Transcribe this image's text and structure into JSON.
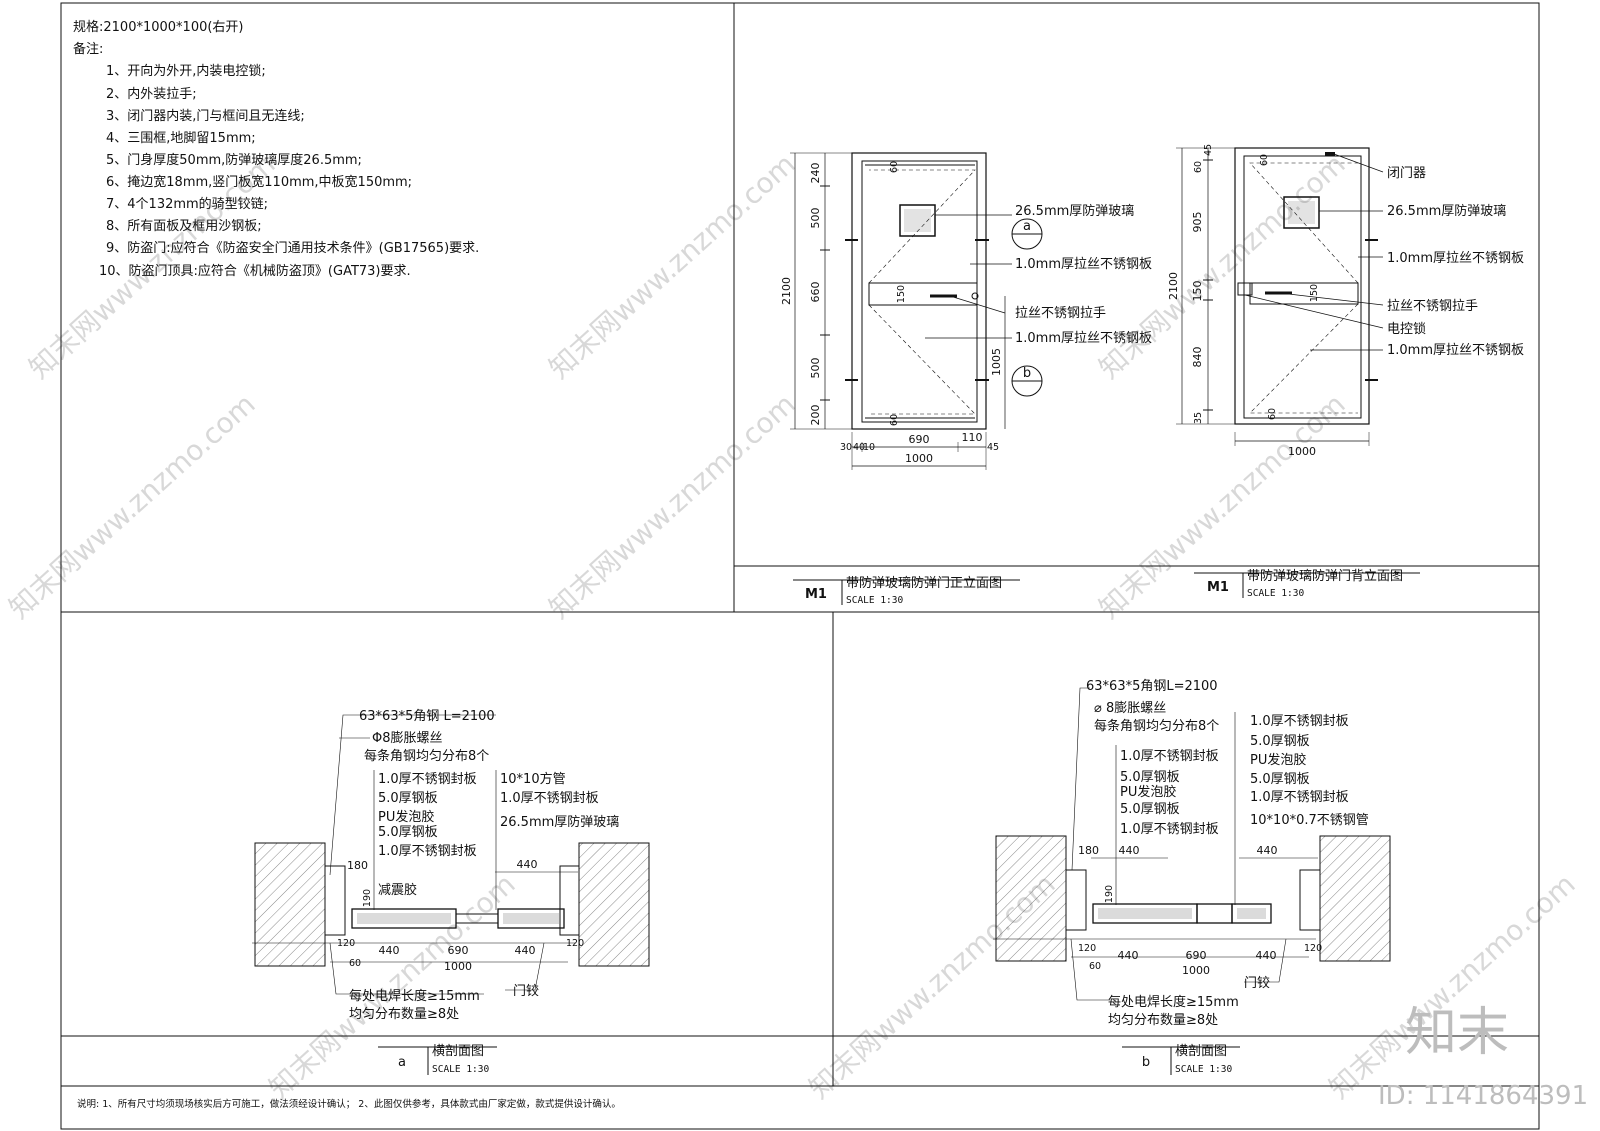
{
  "spec": {
    "title": "规格:2100*1000*100(右开)",
    "notes_label": "备注:",
    "notes": [
      "1、开向为外开,内装电控锁;",
      "2、内外装拉手;",
      "3、闭门器内装,门与框间且无连线;",
      "4、三围框,地脚留15mm;",
      "5、门身厚度50mm,防弹玻璃厚度26.5mm;",
      "6、掩边宽18mm,竖门板宽110mm,中板宽150mm;",
      "7、4个132mm的骑型铰链;",
      "8、所有面板及框用沙钢板;",
      "9、防盗门:应符合《防盗安全门通用技术条件》(GB17565)要求.",
      "10、防盗门顶具:应符合《机械防盗顶》(GAT73)要求."
    ]
  },
  "front_elevation": {
    "code": "M1",
    "title": "带防弹玻璃防弹门正立面图",
    "scale": "SCALE 1:30",
    "dims": {
      "d240": "240",
      "d500a": "500",
      "d660": "660",
      "d500b": "500",
      "d200": "200",
      "d2100": "2100",
      "d1005": "1005",
      "d60a": "60",
      "d150": "150",
      "d60b": "60",
      "d30": "30",
      "d40": "40",
      "d10": "10",
      "d690": "690",
      "d110": "110",
      "d45": "45",
      "d1000": "1000"
    },
    "callouts": {
      "c1": "26.5mm厚防弹玻璃",
      "c2": "1.0mm厚拉丝不锈钢板",
      "c3": "拉丝不锈钢拉手",
      "c4": "1.0mm厚拉丝不锈钢板"
    },
    "markers": {
      "a": "a",
      "b": "b"
    }
  },
  "back_elevation": {
    "code": "M1",
    "title": "带防弹玻璃防弹门背立面图",
    "scale": "SCALE 1:30",
    "dims": {
      "d60": "60",
      "d45": "45",
      "d905": "905",
      "d150": "150",
      "d840": "840",
      "d35": "35",
      "d2100": "2100",
      "d60a": "60",
      "d150b": "150",
      "d60b": "60",
      "d1000": "1000"
    },
    "callouts": {
      "c1": "闭门器",
      "c2": "26.5mm厚防弹玻璃",
      "c3": "1.0mm厚拉丝不锈钢板",
      "c4": "拉丝不锈钢拉手",
      "c5": "电控锁",
      "c6": "1.0mm厚拉丝不锈钢板"
    }
  },
  "section_a": {
    "code": "a",
    "title": "横剖面图",
    "scale": "SCALE 1:30",
    "labels": {
      "l1": "63*63*5角钢  L=2100",
      "l2": "Φ8膨胀螺丝",
      "l3": "每条角钢均匀分布8个",
      "l4": "1.0厚不锈钢封板",
      "l5": "5.0厚钢板",
      "l6": "PU发泡胶",
      "l7": "5.0厚钢板",
      "l8": "1.0厚不锈钢封板",
      "r1": "10*10方管",
      "r2": "1.0厚不锈钢封板",
      "r3": "26.5mm厚防弹玻璃",
      "shock": "减震胶",
      "hinge": "门铰",
      "weld1": "每处电焊长度≥15mm",
      "weld2": "均匀分布数量≥8处"
    },
    "dims": {
      "d180": "180",
      "d440t": "440",
      "d190": "190",
      "d120a": "120",
      "d440a": "440",
      "d690": "690",
      "d440b": "440",
      "d120b": "120",
      "d60": "60",
      "d1000": "1000"
    }
  },
  "section_b": {
    "code": "b",
    "title": "横剖面图",
    "scale": "SCALE 1:30",
    "labels": {
      "l1": "63*63*5角钢L=2100",
      "l2": "⌀ 8膨胀螺丝",
      "l3": "每条角钢均匀分布8个",
      "l4": "1.0厚不锈钢封板",
      "l5": "5.0厚钢板",
      "l6": "PU发泡胶",
      "l7": "5.0厚钢板",
      "l8": "1.0厚不锈钢封板",
      "r1": "1.0厚不锈钢封板",
      "r2": "5.0厚钢板",
      "r3": "PU发泡胶",
      "r4": "5.0厚钢板",
      "r5": "1.0厚不锈钢封板",
      "r6": "10*10*0.7不锈钢管",
      "hinge": "门铰",
      "weld1": "每处电焊长度≥15mm",
      "weld2": "均匀分布数量≥8处"
    },
    "dims": {
      "d180": "180",
      "d440t": "440",
      "d440r": "440",
      "d190": "190",
      "d120a": "120",
      "d440a": "440",
      "d690": "690",
      "d440b": "440",
      "d120b": "120",
      "d60": "60",
      "d1000": "1000"
    }
  },
  "footer": {
    "note": "说明: 1、所有尺寸均须现场核实后方可施工，做法须经设计确认；    2、此图仅供参考，具体款式由厂家定做，款式提供设计确认。"
  },
  "watermark": {
    "logo": "知末",
    "id": "ID: 1141864391",
    "repeat": "知末网www.znzmo.com"
  }
}
